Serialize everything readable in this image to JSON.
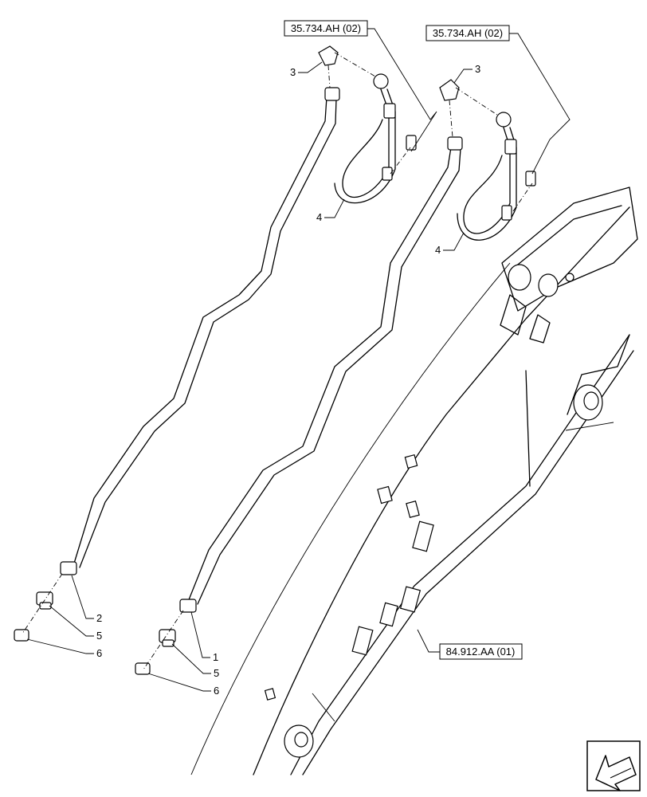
{
  "references": {
    "ref_left": "35.734.AH (02)",
    "ref_right": "35.734.AH (02)",
    "ref_boom": "84.912.AA (01)"
  },
  "callouts": {
    "c3_left": "3",
    "c3_right": "3",
    "c4_left": "4",
    "c4_right": "4",
    "c2": "2",
    "c5_left": "5",
    "c6_left": "6",
    "c1": "1",
    "c5_right": "5",
    "c6_right": "6"
  },
  "icons": {
    "nav": "arrow-back-icon"
  }
}
